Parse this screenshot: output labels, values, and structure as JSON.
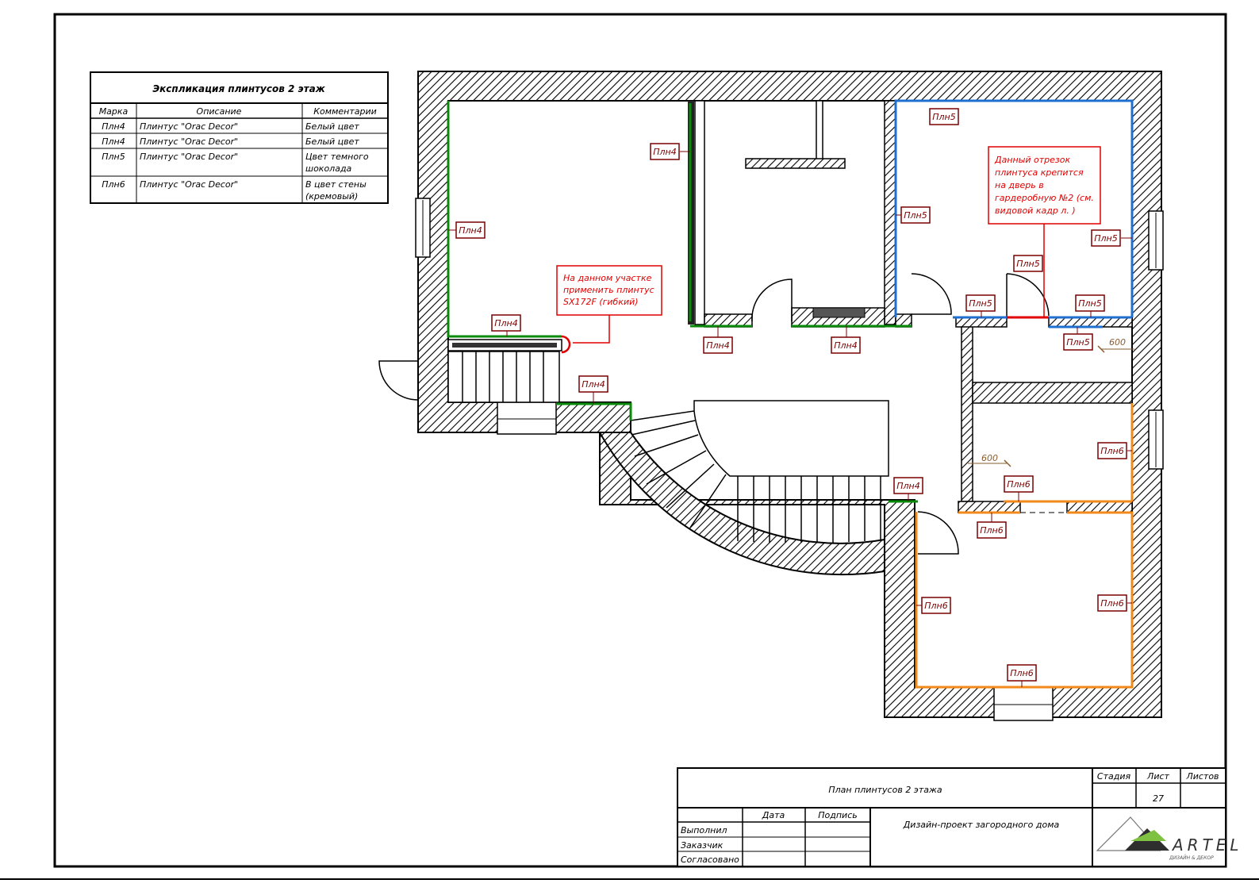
{
  "legend": {
    "title": "Экспликация плинтусов 2 этаж",
    "headers": [
      "Марка",
      "Описание",
      "Комментарии"
    ],
    "rows": [
      [
        "Плн4",
        "Плинтус \"Orac Decor\"",
        "Белый цвет",
        ""
      ],
      [
        "Плн4",
        "Плинтус \"Orac Decor\"",
        "Белый цвет",
        ""
      ],
      [
        "Плн5",
        "Плинтус \"Orac Decor\"",
        "Цвет темного",
        "шоколада"
      ],
      [
        "Плн6",
        "Плинтус \"Orac Decor\"",
        "В цвет стены",
        "(кремовый)"
      ]
    ]
  },
  "plan": {
    "tags": [
      "Плн4",
      "Плн4",
      "Плн4",
      "Плн4",
      "Плн4",
      "Плн4",
      "Плн4",
      "Плн5",
      "Плн5",
      "Плн5",
      "Плн5",
      "Плн5",
      "Плн5",
      "Плн5",
      "Плн6",
      "Плн6",
      "Плн6",
      "Плн6",
      "Плн6",
      "Плн6"
    ],
    "note_left": [
      "На данном участке",
      "применить плинтус",
      "SX172F (гибкий)"
    ],
    "note_right": [
      "Данный отрезок",
      "плинтуса крепится",
      "на дверь в",
      "гардеробную №2 (см.",
      "видовой кадр л. )"
    ],
    "dims": [
      "600",
      "600"
    ],
    "colors": {
      "pln4": "#0a8a0a",
      "pln5": "#1f6fd0",
      "pln6": "#f28a1a",
      "note": "#e00000"
    }
  },
  "title_block": {
    "drawing_title": "План плинтусов 2 этажа",
    "stage_label": "Стадия",
    "sheet_label": "Лист",
    "sheets_label": "Листов",
    "sheet_number": "27",
    "date_label": "Дата",
    "sign_label": "Подпись",
    "project": "Дизайн-проект загородного дома",
    "roles": [
      "Выполнил",
      "Заказчик",
      "Согласовано"
    ],
    "logo_name": "ARTEL",
    "logo_sub": "ДИЗАЙН & ДЕКОР"
  }
}
